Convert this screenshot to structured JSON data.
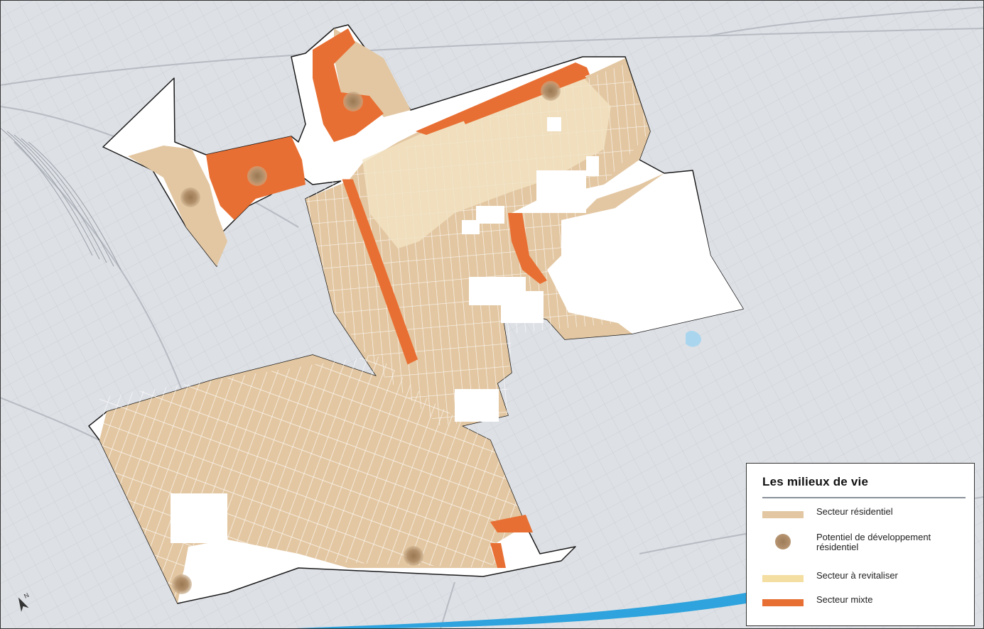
{
  "legend": {
    "title": "Les milieux de vie",
    "items": [
      {
        "label": "Secteur résidentiel",
        "kind": "swatch",
        "color": "#e3c7a2"
      },
      {
        "label": "Potentiel de développement\nrésidentiel",
        "kind": "dot",
        "color": "#a8865f"
      },
      {
        "label": "Secteur à revitaliser",
        "kind": "swatch",
        "color": "#f5dea2"
      },
      {
        "label": "Secteur mixte",
        "kind": "swatch",
        "color": "#e86f33"
      }
    ]
  },
  "colors": {
    "background": "#dde0e5",
    "streets": "#ffffff",
    "boundary": "#1a1a1a",
    "residential": "#e3c7a2",
    "revitalize": "#f3e4c4",
    "mixed": "#e86f33",
    "potential": "#a8865f",
    "water": "#2ea3dd"
  },
  "icons": {
    "north_arrow": "north-arrow-icon"
  }
}
